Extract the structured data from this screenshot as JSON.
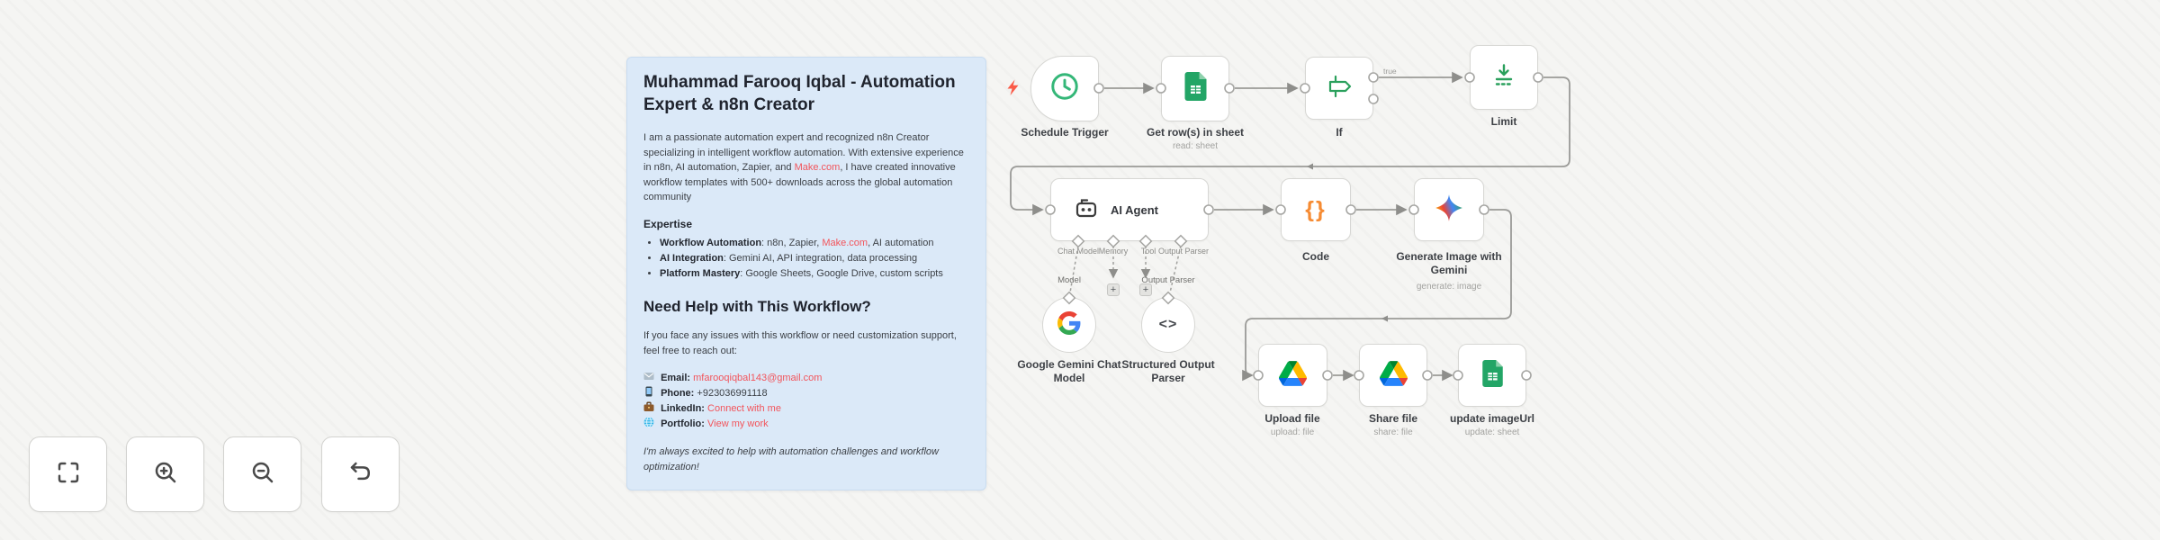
{
  "sticky": {
    "title": "Muhammad Farooq Iqbal - Automation Expert & n8n Creator",
    "intro": {
      "pre": "I am a passionate automation expert and recognized n8n Creator specializing in intelligent workflow automation. With extensive experience in n8n, AI automation, Zapier, and ",
      "link": "Make.com",
      "post": ", I have created innovative workflow templates with 500+ downloads across the global automation community"
    },
    "expertise": {
      "heading": "Expertise",
      "items": [
        {
          "label": "Workflow Automation",
          "mid": ": n8n, Zapier, ",
          "link": "Make.com",
          "end": ", AI automation"
        },
        {
          "label": "AI Integration",
          "mid": ": Gemini AI, API integration, data processing",
          "link": "",
          "end": ""
        },
        {
          "label": "Platform Mastery",
          "mid": ": Google Sheets, Google Drive, custom scripts",
          "link": "",
          "end": ""
        }
      ]
    },
    "help": {
      "heading": "Need Help with This Workflow?",
      "lead": "If you face any issues with this workflow or need customization support, feel free to reach out:"
    },
    "contact": [
      {
        "icon": "envelope-icon",
        "label": "Email:",
        "value": "mfarooqiqbal143@gmail.com"
      },
      {
        "icon": "phone-icon",
        "label": "Phone:",
        "value": "+923036991118"
      },
      {
        "icon": "briefcase-icon",
        "label": "LinkedIn:",
        "value": "Connect with me"
      },
      {
        "icon": "globe-icon",
        "label": "Portfolio:",
        "value": "View my work"
      }
    ],
    "outro": "I'm always excited to help with automation challenges and workflow optimization!"
  },
  "workflow": {
    "nodes": {
      "schedule": {
        "name": "Schedule Trigger",
        "icon": "clock-icon"
      },
      "getRows": {
        "name": "Get row(s) in sheet",
        "subtitle": "read: sheet",
        "icon": "google-sheets-icon"
      },
      "if": {
        "name": "If",
        "icon": "signpost-icon"
      },
      "limit": {
        "name": "Limit",
        "icon": "limit-arrow-icon"
      },
      "agent": {
        "name": "AI Agent",
        "icon": "robot-icon"
      },
      "code": {
        "name": "Code",
        "icon": "curly-braces-icon",
        "glyph": "{}"
      },
      "genImage": {
        "name": "Generate Image with Gemini",
        "subtitle": "generate: image",
        "icon": "gemini-star-icon"
      },
      "chatModel": {
        "name": "Google Gemini Chat Model",
        "icon": "google-g-icon"
      },
      "parser": {
        "name": "Structured Output Parser",
        "icon": "angle-brackets-icon",
        "glyph": "<>"
      },
      "upload": {
        "name": "Upload file",
        "subtitle": "upload: file",
        "icon": "google-drive-icon"
      },
      "share": {
        "name": "Share file",
        "subtitle": "share: file",
        "icon": "google-drive-icon"
      },
      "update": {
        "name": "update imageUrl",
        "subtitle": "update: sheet",
        "icon": "google-sheets-icon"
      }
    },
    "agent_ports": {
      "chatModel": "Chat Model",
      "memory": "Memory",
      "tool": "Tool",
      "outputParser": "Output Parser"
    },
    "sub_ports": {
      "model": "Model",
      "outputParser": "Output Parser"
    },
    "edge_label_true": "true",
    "plus_label": "+"
  },
  "controls": {
    "icons": [
      "fit-view-icon",
      "zoom-in-icon",
      "zoom-out-icon",
      "undo-icon"
    ]
  },
  "colors": {
    "node_green": "#2aa05c",
    "clock_green": "#34b778",
    "code_orange": "#f68b33",
    "link_red": "#f2545b",
    "sticky_bg": "#dbe9f8",
    "trigger_bolt_red": "#fa5a47",
    "connection_grey": "#9a9a97"
  }
}
